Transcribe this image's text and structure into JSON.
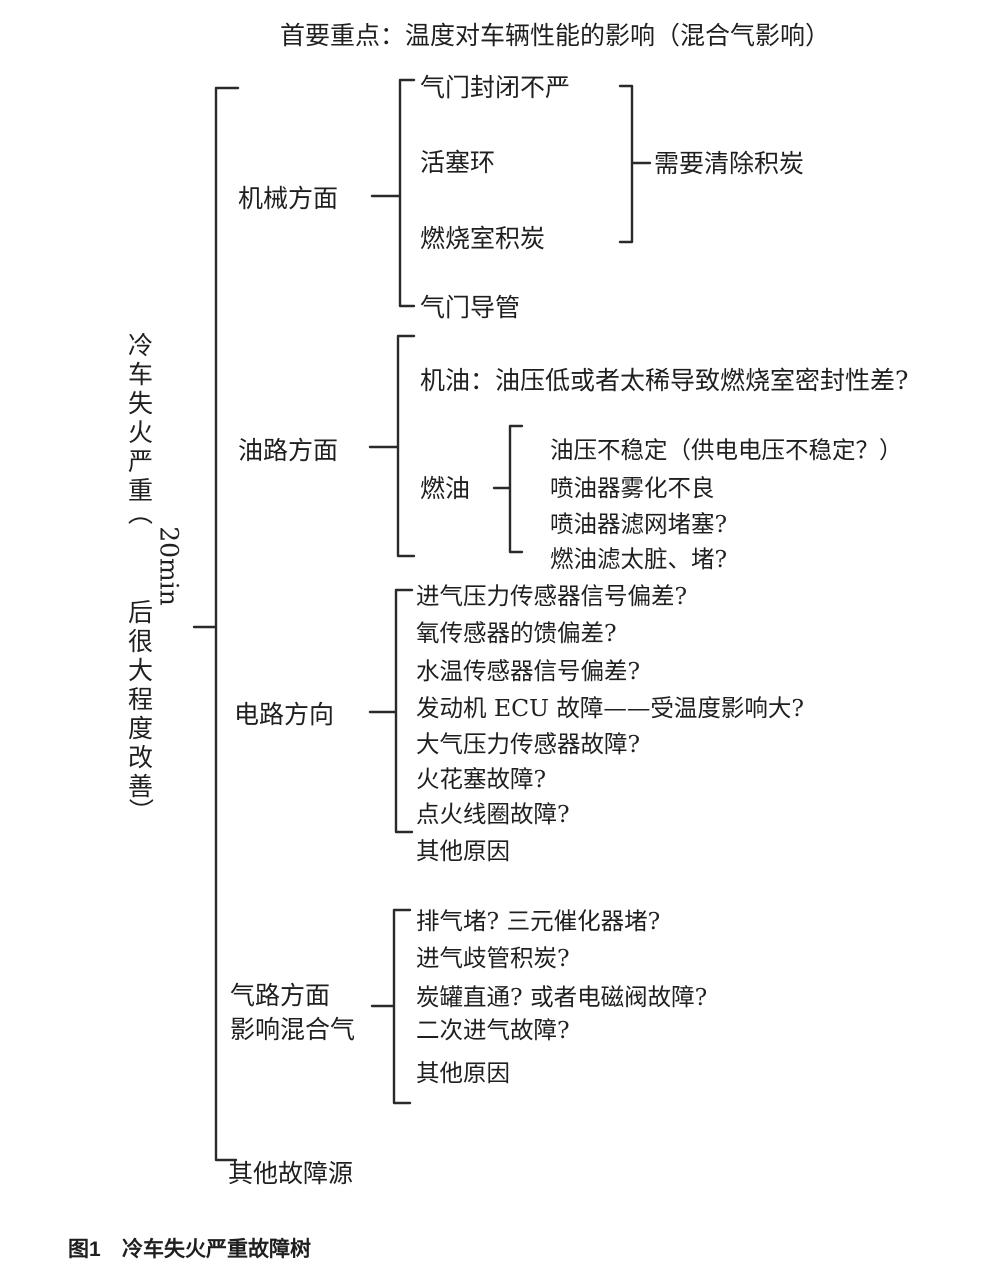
{
  "title": "首要重点：温度对车辆性能的影响（混合气影响）",
  "root": [
    "冷",
    "车",
    "失",
    "火",
    "严",
    "重",
    "（",
    "20min",
    "后",
    "很",
    "大",
    "程",
    "度",
    "改",
    "善",
    "）"
  ],
  "mechanical": {
    "label": "机械方面",
    "items": [
      "气门封闭不严",
      "活塞环",
      "燃烧室积炭",
      "气门导管"
    ],
    "group_note": "需要清除积炭"
  },
  "oil": {
    "label": "油路方面",
    "engine_oil": "机油：油压低或者太稀导致燃烧室密封性差?",
    "fuel_label": "燃油",
    "fuel_items": [
      "油压不稳定（供电电压不稳定？）",
      "喷油器雾化不良",
      "喷油器滤网堵塞?",
      "燃油滤太脏、堵?"
    ]
  },
  "electrical": {
    "label": "电路方向",
    "items": [
      "进气压力传感器信号偏差?",
      "氧传感器的馈偏差?",
      "水温传感器信号偏差?",
      "发动机 ECU 故障——受温度影响大?",
      "大气压力传感器故障?",
      "火花塞故障?",
      "点火线圈故障?",
      "其他原因"
    ]
  },
  "air": {
    "label_line1": "气路方面",
    "label_line2": "影响混合气",
    "items": [
      "排气堵? 三元催化器堵?",
      "进气歧管积炭?",
      "炭罐直通? 或者电磁阀故障?",
      "二次进气故障?",
      "其他原因"
    ]
  },
  "other": {
    "label": "其他故障源"
  },
  "caption": {
    "number": "图1",
    "text": "冷车失火严重故障树"
  }
}
